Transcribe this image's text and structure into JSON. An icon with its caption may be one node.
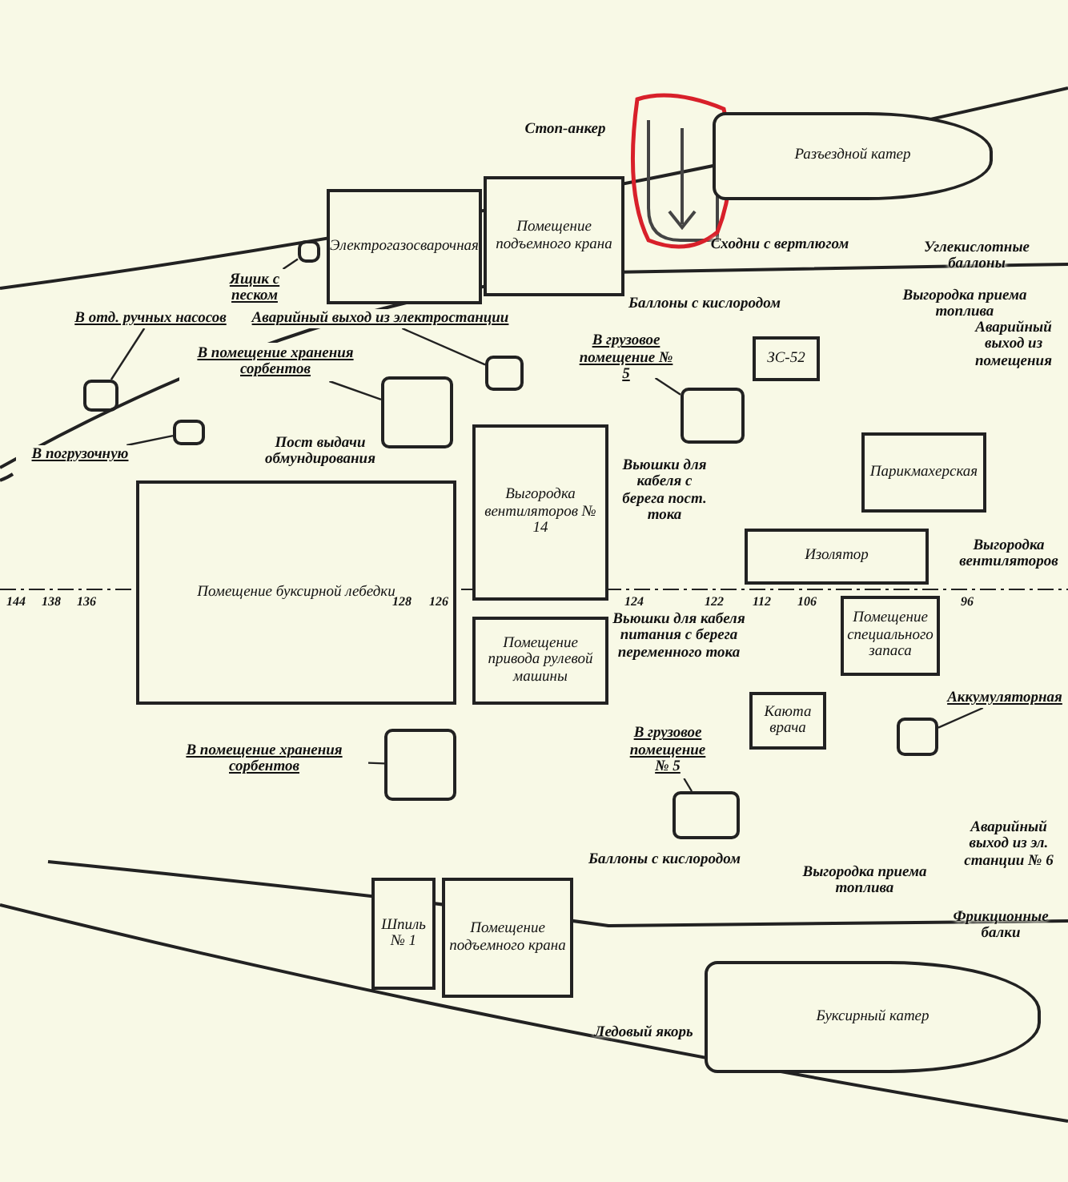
{
  "diagram": {
    "nodes": [
      {
        "text": [
          "Электрогазосварочная"
        ]
      },
      {
        "text": [
          "Помещение подъемного крана"
        ]
      },
      {
        "text": [
          "Разъездной катер"
        ]
      },
      {
        "text": [
          "Выгородка вентиляторов № 14"
        ]
      },
      {
        "text": [
          "Помещение привода рулевой машины"
        ]
      },
      {
        "text": [
          "Помещение буксирной лебедки"
        ]
      },
      {
        "text": [
          "Изолятор"
        ]
      },
      {
        "text": [
          "Парикмахерская"
        ]
      },
      {
        "text": [
          "Помещение специального запаса"
        ]
      },
      {
        "text": [
          "Каюта врача"
        ]
      },
      {
        "text": [
          "ЗС-52"
        ]
      },
      {
        "text": [
          "Шпиль № 1"
        ]
      },
      {
        "text": [
          "Помещение подъемного крана"
        ]
      },
      {
        "text": [
          "Буксирный катер"
        ]
      },
      {
        "text": [
          "Ящик с песком"
        ]
      },
      {
        "text": [],
        "shape": "box"
      },
      {
        "text": [
          "В отд. ручных насосов"
        ]
      },
      {
        "text": [],
        "shape": "box"
      },
      {
        "text": [
          "Аварийный выход из электростанции"
        ]
      },
      {
        "text": [],
        "shape": "box"
      },
      {
        "text": [
          "В помещение хранения сорбентов"
        ]
      },
      {
        "text": [],
        "shape": "box"
      },
      {
        "text": [
          "В погрузочную"
        ]
      },
      {
        "text": [],
        "shape": "box"
      },
      {
        "text": [
          "В помещение хранения сорбентов"
        ]
      },
      {
        "text": [],
        "shape": "box"
      },
      {
        "text": [
          "В грузовое помещение № 5"
        ]
      },
      {
        "text": [],
        "shape": "box"
      },
      {
        "text": [
          "В грузовое помещение № 5"
        ]
      },
      {
        "text": [],
        "shape": "box"
      },
      {
        "text": [
          "Аккумуляторная"
        ]
      },
      {
        "text": [],
        "shape": "box"
      }
    ],
    "edges": [
      {
        "from": 14,
        "to": 15,
        "arrow": "none"
      },
      {
        "from": 16,
        "to": 17,
        "arrow": "none"
      },
      {
        "from": 18,
        "to": 19,
        "arrow": "none"
      },
      {
        "from": 20,
        "to": 21,
        "arrow": "none"
      },
      {
        "from": 22,
        "to": 23,
        "arrow": "none"
      },
      {
        "from": 24,
        "to": 25,
        "arrow": "none"
      },
      {
        "from": 26,
        "to": 27,
        "arrow": "none"
      },
      {
        "from": 28,
        "to": 29,
        "arrow": "none"
      },
      {
        "from": 30,
        "to": 31,
        "arrow": "none"
      }
    ],
    "labels": [
      "Стоп-анкер",
      "Сходни с вертлюгом",
      "Углекислотные баллоны",
      "Выгородка приема топлива",
      "Баллоны с кислородом",
      "Аварийный выход из помещения",
      "Пост выдачи обмундирования",
      "Вьюшки для кабеля с берега пост. тока",
      "Вьюшки для кабеля питания с берега переменного тока",
      "Выгородка вентиляторов",
      "Баллоны с кислородом",
      "Выгородка приема топлива",
      "Аварийный выход из эл. станции № 6",
      "Фрикционные балки",
      "Ледовый якорь",
      "144",
      "138",
      "136",
      "128",
      "126",
      "124",
      "122",
      "112",
      "106",
      "96"
    ]
  }
}
